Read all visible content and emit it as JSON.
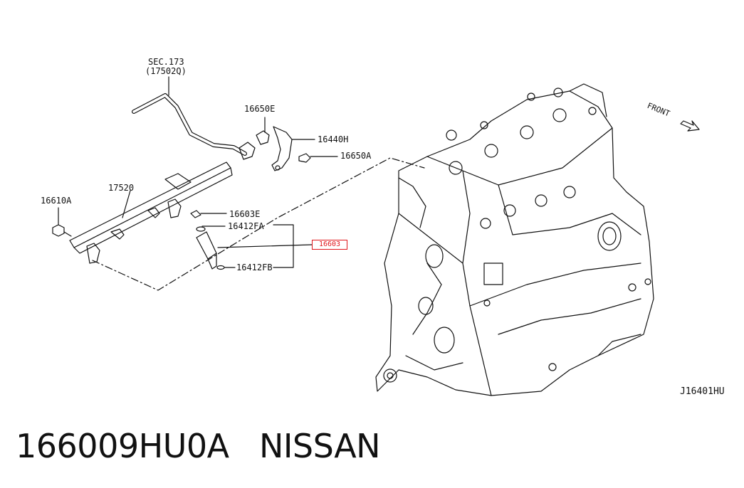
{
  "labels": {
    "sec": "SEC.173",
    "sec_sub": "(17502Q)",
    "p16650E": "16650E",
    "p16440H": "16440H",
    "p16650A": "16650A",
    "p17520": "17520",
    "p16610A": "16610A",
    "p16603E": "16603E",
    "p16412FA": "16412FA",
    "p16603": "16603",
    "p16412FB": "16412FB",
    "front": "FRONT",
    "diagram_id": "J16401HU"
  },
  "caption": "166009HU0A   NISSAN",
  "colors": {
    "highlight": "#e0161b",
    "line": "#111111"
  }
}
